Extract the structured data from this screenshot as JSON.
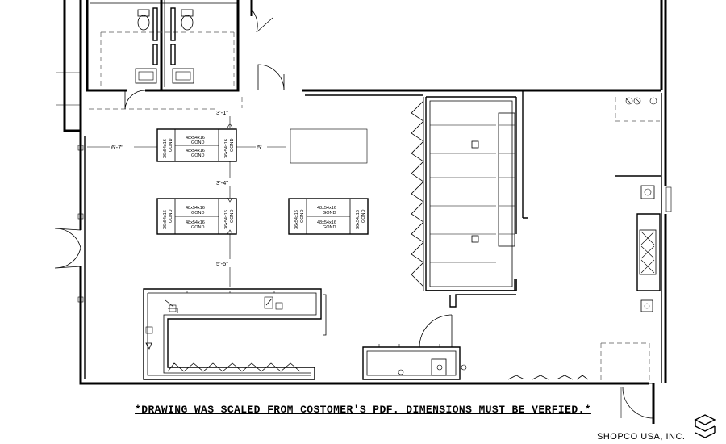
{
  "note": "*DRAWING WAS SCALED FROM COSTOMER'S PDF. DIMENSIONS MUST BE VERFIED.*",
  "company": "SHOPCO USA, INC.",
  "dimensions": {
    "top_gap": "3'-1\"",
    "left_gap": "6'-7\"",
    "right_gap": "5'",
    "between_rows": "3'-4\"",
    "to_counter": "5'-5\""
  },
  "gondolas": {
    "long_label": "48x54x16",
    "short_label": "36x54x16",
    "suffix": "GOND"
  }
}
